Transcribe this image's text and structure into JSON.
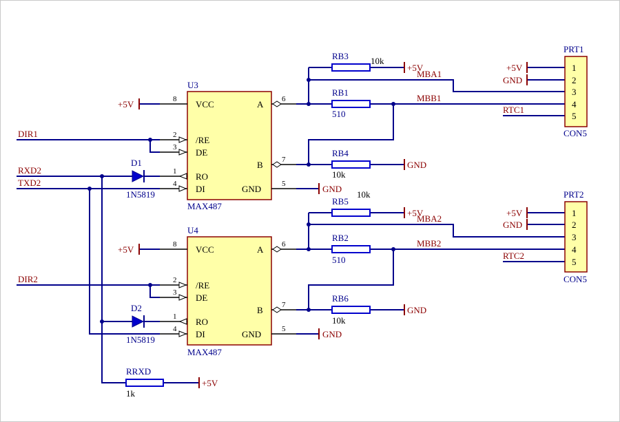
{
  "u3": {
    "ref": "U3",
    "part": "MAX487",
    "pins": {
      "vcc": "VCC",
      "a": "A",
      "re": "/RE",
      "de": "DE",
      "b": "B",
      "ro": "RO",
      "di": "DI",
      "gnd": "GND"
    },
    "pin_numbers": {
      "vcc": "8",
      "a": "6",
      "re": "2",
      "de": "3",
      "b": "7",
      "ro": "1",
      "di": "4",
      "gnd": "5"
    }
  },
  "u4": {
    "ref": "U4",
    "part": "MAX487",
    "pins": {
      "vcc": "VCC",
      "a": "A",
      "re": "/RE",
      "de": "DE",
      "b": "B",
      "ro": "RO",
      "di": "DI",
      "gnd": "GND"
    },
    "pin_numbers": {
      "vcc": "8",
      "a": "6",
      "re": "2",
      "de": "3",
      "b": "7",
      "ro": "1",
      "di": "4",
      "gnd": "5"
    }
  },
  "resistors": {
    "rb3": {
      "ref": "RB3",
      "value": "10k"
    },
    "rb1": {
      "ref": "RB1",
      "value": "510"
    },
    "rb4": {
      "ref": "RB4",
      "value": "10k"
    },
    "rb5": {
      "ref": "RB5",
      "value": "10k"
    },
    "rb2": {
      "ref": "RB2",
      "value": "510"
    },
    "rb6": {
      "ref": "RB6",
      "value": "10k"
    },
    "rrxd": {
      "ref": "RRXD",
      "value": "1k"
    }
  },
  "diodes": {
    "d1": {
      "ref": "D1",
      "value": "1N5819"
    },
    "d2": {
      "ref": "D2",
      "value": "1N5819"
    }
  },
  "connectors": {
    "prt1": {
      "ref": "PRT1",
      "part": "CON5",
      "pins": [
        "1",
        "2",
        "3",
        "4",
        "5"
      ]
    },
    "prt2": {
      "ref": "PRT2",
      "part": "CON5",
      "pins": [
        "1",
        "2",
        "3",
        "4",
        "5"
      ]
    }
  },
  "nets": {
    "dir1": "DIR1",
    "rxd2": "RXD2",
    "txd2": "TXD2",
    "dir2": "DIR2",
    "mba1": "MBA1",
    "mbb1": "MBB1",
    "rtc1": "RTC1",
    "mba2": "MBA2",
    "mbb2": "MBB2",
    "rtc2": "RTC2"
  },
  "power": {
    "vcc": "+5V",
    "gnd": "GND"
  },
  "colors": {
    "wire": "#00008b",
    "chip_fill": "#ffffa8",
    "chip_border": "#8b0000",
    "net_label": "#8b0000",
    "part_label": "#00008b"
  }
}
